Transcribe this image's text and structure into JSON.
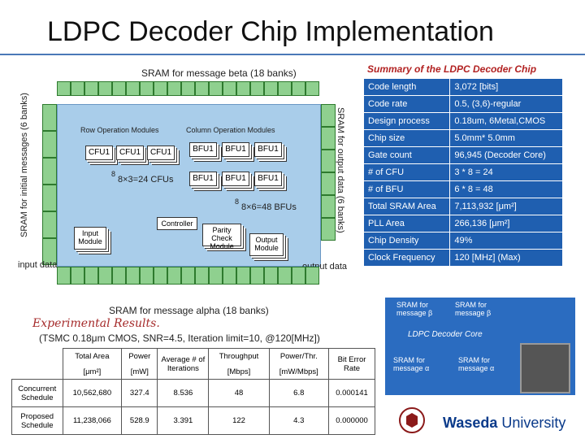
{
  "title": "LDPC Decoder Chip Implementation",
  "diagram": {
    "sram_beta": "SRAM for message beta (18 banks)",
    "sram_alpha": "SRAM for message alpha (18 banks)",
    "sram_initial": "SRAM for initial messages (6 banks)",
    "sram_output": "SRAM for output data (6 banks)",
    "row_modules": "Row Operation Modules",
    "col_modules": "Column Operation Modules",
    "cfu": "CFU1",
    "bfu": "BFU1",
    "cfu_count": "8×3=24 CFUs",
    "bfu_count": "8×6=48 BFUs",
    "eight_a": "8",
    "eight_b": "8",
    "controller": "Controller",
    "input_module": "Input Module",
    "parity_check": "Parity Check Module",
    "output_module": "Output Module",
    "input_data": "input data",
    "output_data": "output data"
  },
  "summary": {
    "title": "Summary of the LDPC Decoder Chip",
    "rows": [
      [
        "Code length",
        "3,072 [bits]"
      ],
      [
        "Code rate",
        "0.5, (3,6)-regular"
      ],
      [
        "Design process",
        "0.18um, 6Metal,CMOS"
      ],
      [
        "Chip size",
        "5.0mm* 5.0mm"
      ],
      [
        "Gate count",
        "96,945 (Decoder Core)"
      ],
      [
        "# of CFU",
        "3 * 8 = 24"
      ],
      [
        "# of BFU",
        "6 * 8 = 48"
      ],
      [
        "Total SRAM Area",
        "7,113,932 [μm²]"
      ],
      [
        "PLL Area",
        "266,136 [μm²]"
      ],
      [
        "Chip Density",
        "49%"
      ],
      [
        "Clock Frequency",
        "120 [MHz] (Max)"
      ]
    ]
  },
  "experimental": {
    "title": "Experimental Results.",
    "subtitle": "(TSMC 0.18μm CMOS, SNR=4.5, Iteration limit=10, @120[MHz])",
    "headers": [
      "",
      "Total Area",
      "Power",
      "Average # of Iterations",
      "Throughput",
      "Power/Thr.",
      "Bit Error Rate"
    ],
    "units": [
      "",
      "[μm²]",
      "[mW]",
      "",
      "[Mbps]",
      "[mW/Mbps]",
      ""
    ],
    "rows": [
      [
        "Concurrent Schedule",
        "10,562,680",
        "327.4",
        "8.536",
        "48",
        "6.8",
        "0.000141"
      ],
      [
        "Proposed Schedule",
        "11,238,066",
        "528.9",
        "3.391",
        "122",
        "4.3",
        "0.000000"
      ]
    ]
  },
  "photo": {
    "sram_beta_1": "SRAM for message β",
    "sram_beta_2": "SRAM for message β",
    "core": "LDPC Decoder Core",
    "sram_alpha_1": "SRAM for message α",
    "sram_alpha_2": "SRAM for message α"
  },
  "logo": {
    "name_bold": "Waseda",
    "name_rest": " University"
  },
  "colors": {
    "accent_blue": "#1f5fb0",
    "sram_green": "#8fd08f",
    "core_blue": "#a9cdea",
    "title_red": "#b22222"
  }
}
